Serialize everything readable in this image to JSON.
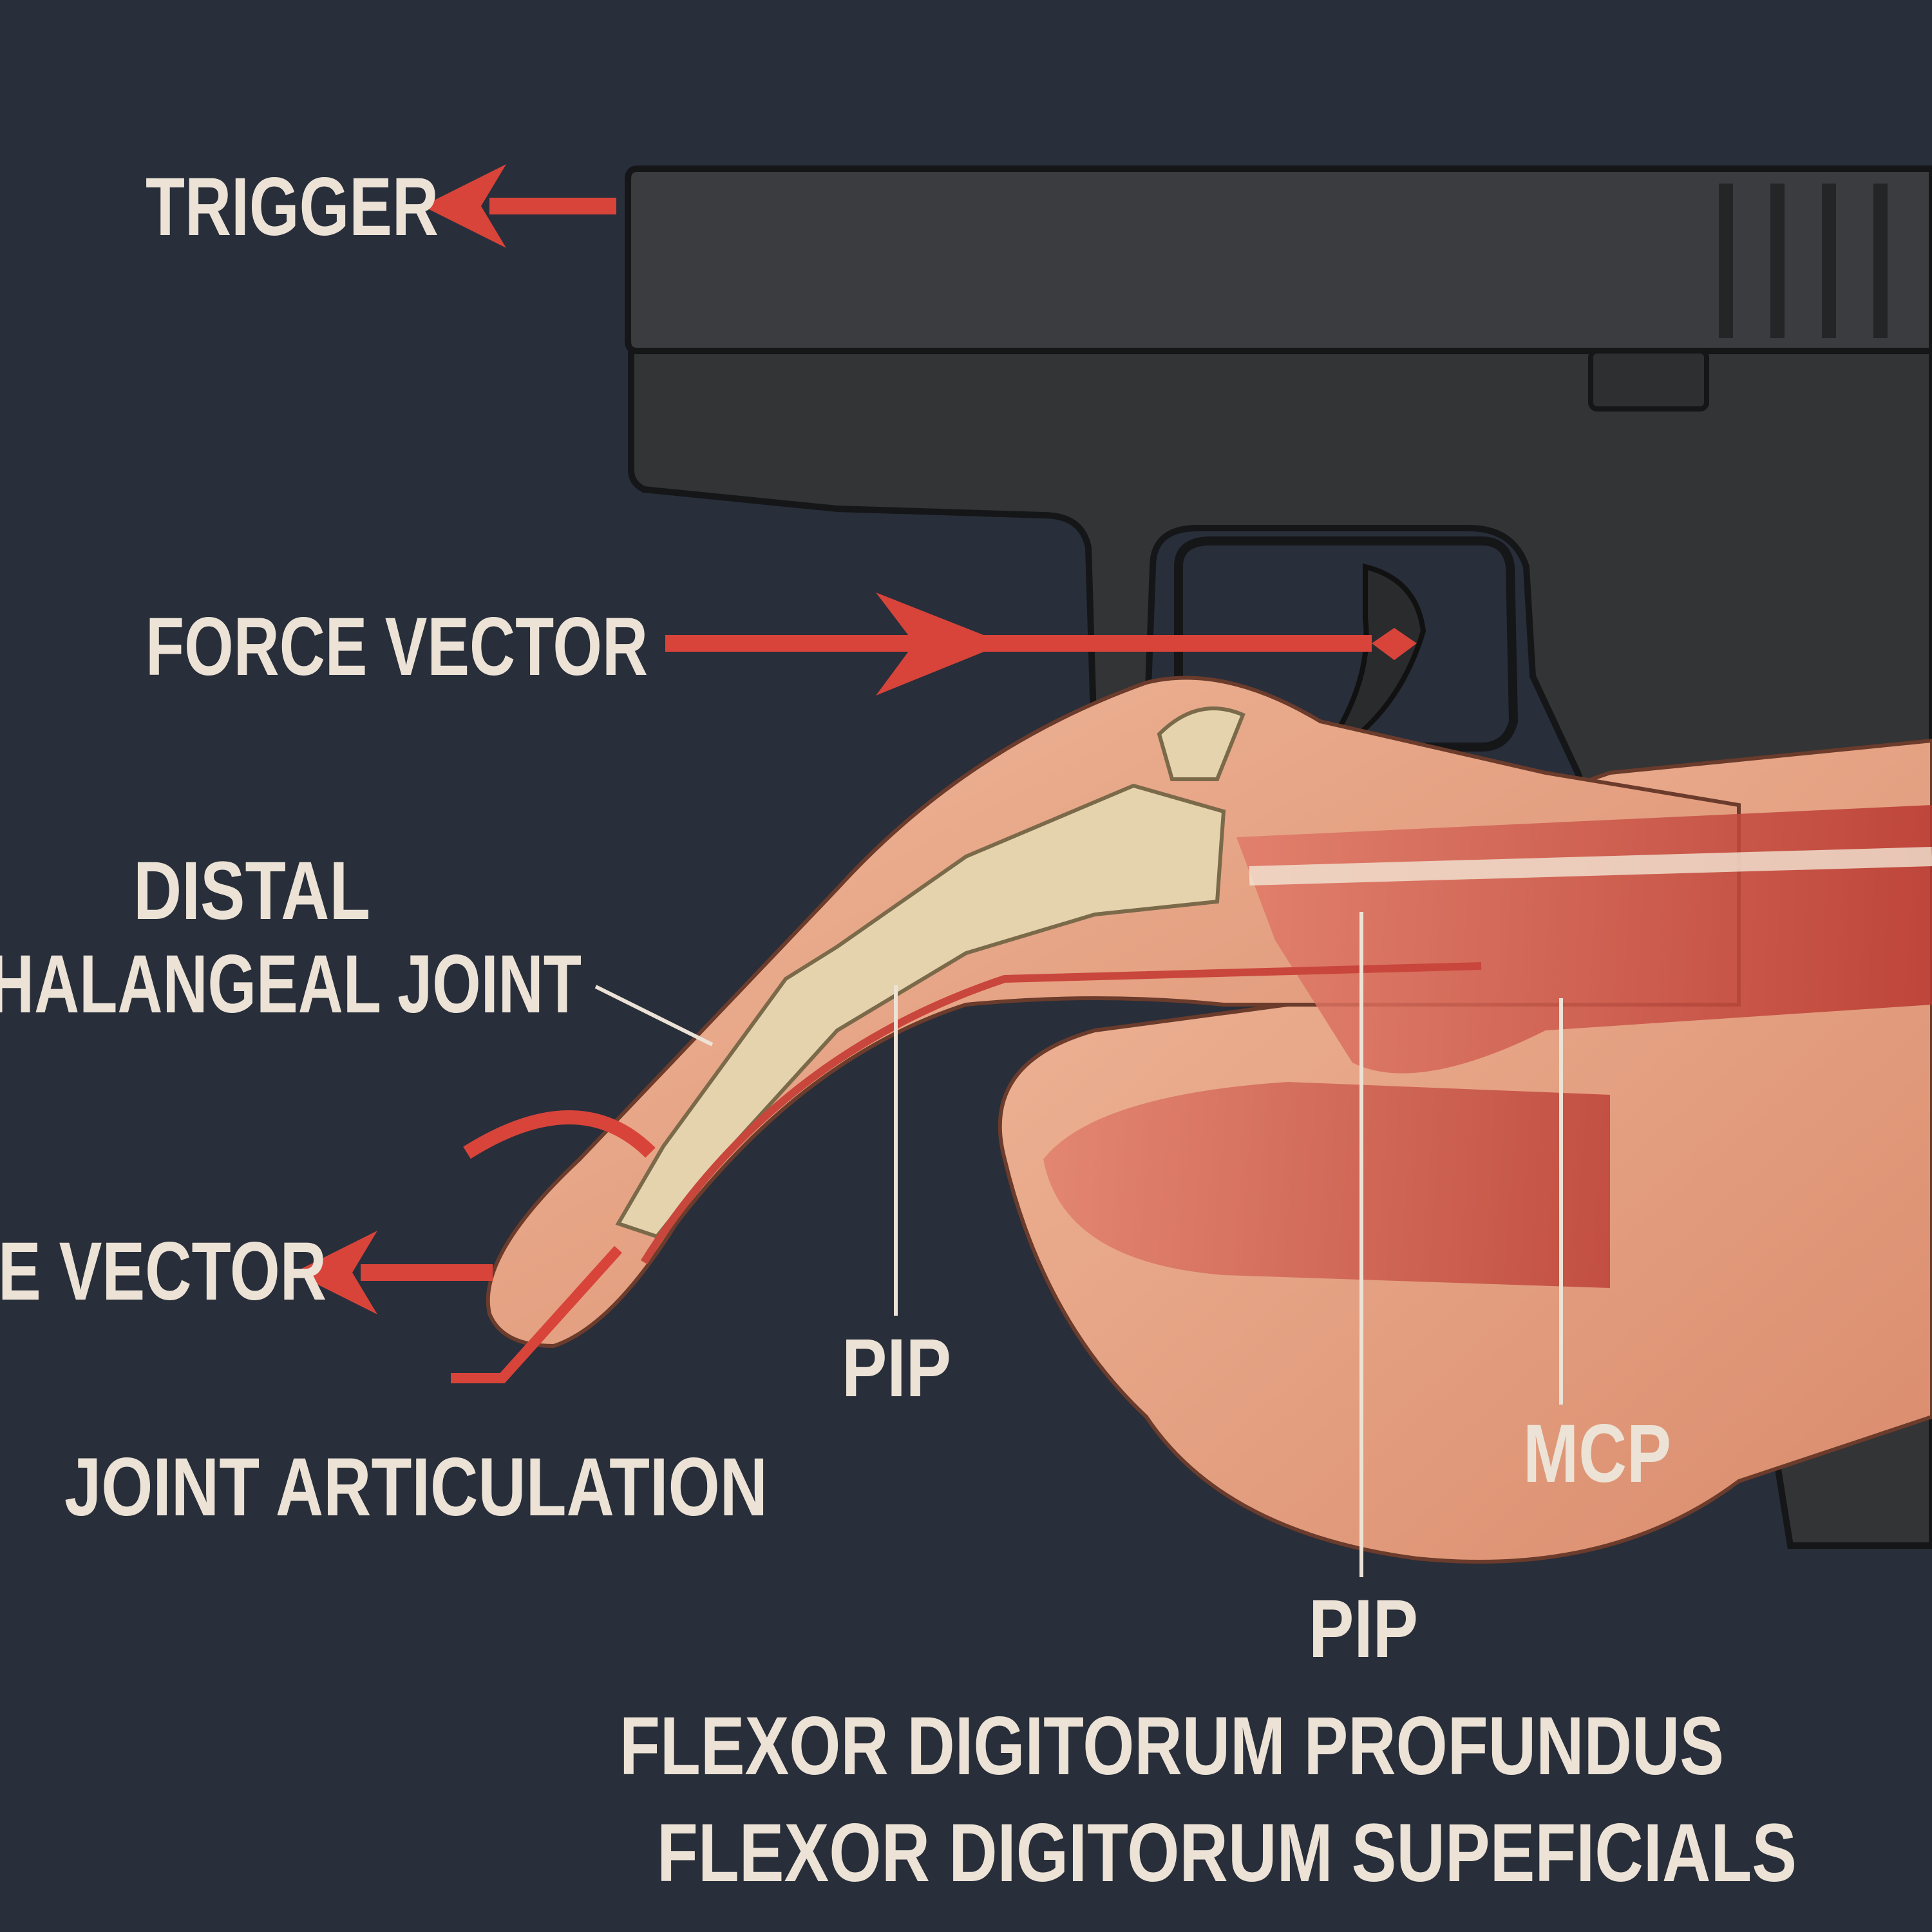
{
  "labels": {
    "trigger": "TRIGGER",
    "force_vector_top": "FORCE VECTOR",
    "distal_line1": "DISTAL",
    "distal_line2": "HALANGEAL JOINT",
    "force_vector_left": "E VECTOR",
    "joint_articulation": "JOINT ARTICULATION",
    "pip_1": "PIP",
    "pip_2": "PIP",
    "mcp": "MCP",
    "fdp": "FLEXOR DIGITORUM PROFUNDUS",
    "fds": "FLEXOR DIGITORUM SUPEFICIALS"
  },
  "colors": {
    "background": "#282e3a",
    "label": "#ece3d6",
    "arrow": "#d8443a",
    "gun": "#3a3b3d",
    "skin": "#e9a98a",
    "bone": "#e4d3ad",
    "muscle": "#c9463c"
  }
}
